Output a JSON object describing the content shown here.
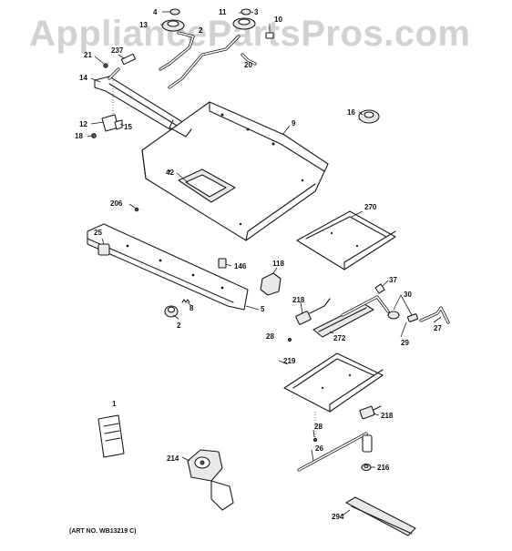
{
  "watermark": "AppliancePartsPros.com",
  "art_number": "(ART NO. WB13219 C)",
  "callouts": {
    "c4": "4",
    "c11": "11",
    "c3": "3",
    "c10": "10",
    "c13": "13",
    "c2a": "2",
    "c20": "20",
    "c237": "237",
    "c21": "21",
    "c14": "14",
    "c12": "12",
    "c15": "15",
    "c18": "18",
    "c9": "9",
    "c16": "16",
    "c42": "42",
    "c206": "206",
    "c270": "270",
    "c25": "25",
    "c146": "146",
    "c118": "118",
    "c37": "37",
    "c30": "30",
    "c218a": "218",
    "c8": "8",
    "c2b": "2",
    "c5": "5",
    "c27": "27",
    "c28a": "28",
    "c272": "272",
    "c29": "29",
    "c219": "219",
    "c1": "1",
    "c218b": "218",
    "c28b": "28",
    "c26": "26",
    "c214": "214",
    "c216": "216",
    "c294": "294"
  }
}
